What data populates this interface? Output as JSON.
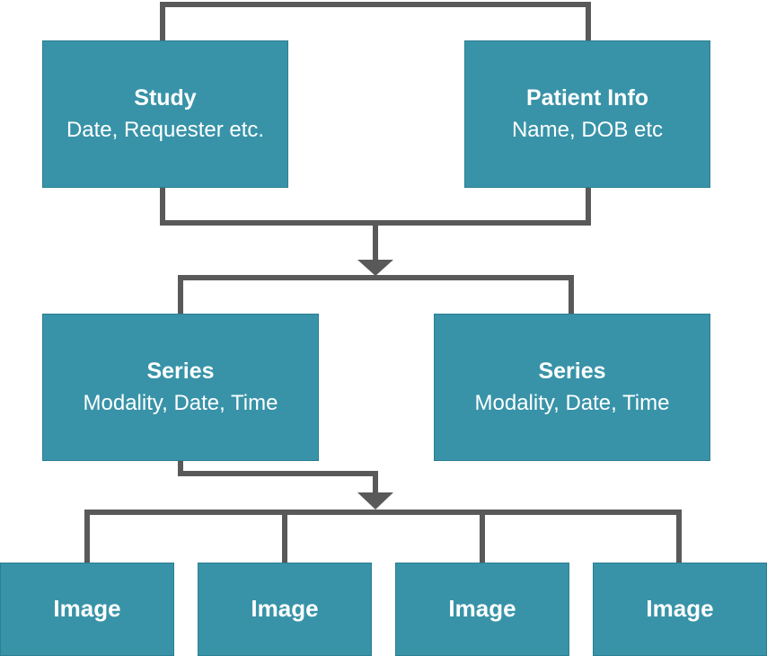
{
  "diagram": {
    "study": {
      "title": "Study",
      "detail": "Date, Requester etc."
    },
    "patient": {
      "title": "Patient Info",
      "detail": "Name, DOB etc"
    },
    "series": [
      {
        "title": "Series",
        "detail": "Modality, Date, Time"
      },
      {
        "title": "Series",
        "detail": "Modality, Date, Time"
      }
    ],
    "images": [
      {
        "title": "Image"
      },
      {
        "title": "Image"
      },
      {
        "title": "Image"
      },
      {
        "title": "Image"
      }
    ]
  },
  "colors": {
    "node_fill": "#3893a8",
    "node_text": "#ffffff",
    "connector": "#595959"
  }
}
